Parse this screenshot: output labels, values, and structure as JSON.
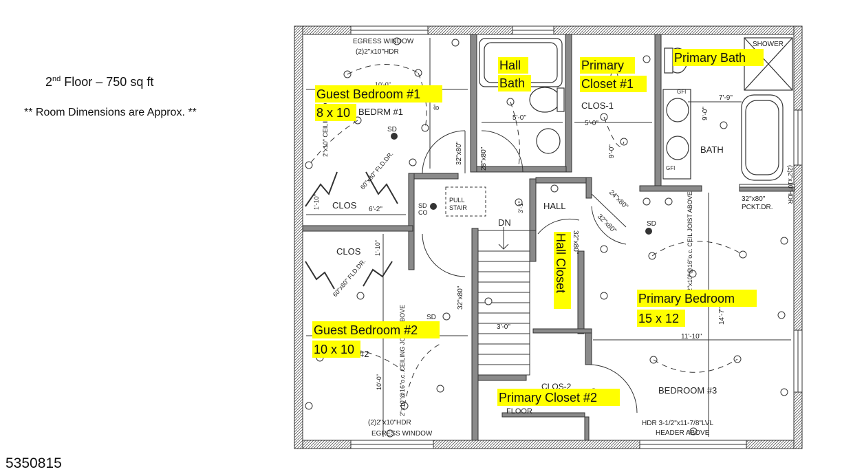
{
  "header": {
    "floor_level": "2",
    "floor_level_suffix": "nd",
    "floor_label": " Floor – 750 sq  ft",
    "dims_note": "** Room Dimensions are Approx. **"
  },
  "footer": {
    "listing_id": "5350815"
  },
  "colors": {
    "highlight": "#ffff00",
    "wall": "#8a8a8a",
    "wall_outline": "#333333",
    "line": "#333333"
  },
  "rooms": {
    "guest1": {
      "name": "Guest Bedroom #1",
      "size": "8 x 10"
    },
    "guest2": {
      "name": "Guest Bedroom #2",
      "size": "10 x 10"
    },
    "hall_bath": {
      "line1": "Hall",
      "line2": "Bath"
    },
    "primary_closet1": {
      "line1": "Primary",
      "line2": "Closet #1"
    },
    "primary_bath": {
      "name": "Primary Bath"
    },
    "hall_closet": {
      "name": "Hall Closet"
    },
    "primary_bedroom": {
      "name": "Primary Bedroom",
      "size": "15 x 12"
    },
    "primary_closet2": {
      "name": "Primary Closet #2"
    }
  },
  "plan_labels": {
    "egress_top": "EGRESS WINDOW",
    "hdr_top": "(2)2\"x10\"HDR",
    "bedrm1": "BEDRM #1",
    "dim_10_0_top": "10'-0\"",
    "dim_8": "8'",
    "clos_top": "CLOS",
    "clos_mid": "CLOS",
    "dim_6_2": "6'-2\"",
    "dim_1_10a": "1'-10\"",
    "dim_1_10b": "1'-10\"",
    "fld_dr_a": "60\"x80\" FLD.DR.",
    "fld_dr_b": "60\"x80\" FLD.DR.",
    "ceiling_joist_a": "2\"x10\" CEILING JOIST",
    "ceiling_joist_b": "2\"x10\"@16\"o.c. CEILING JOIST ABOVE",
    "sd1": "SD",
    "sd_co": "SD",
    "co": "CO",
    "sd2": "SD",
    "sd3": "SD",
    "pull_stair": "PULL",
    "pull_stair2": "STAIR",
    "dn": "DN",
    "hall": "HALL",
    "door_32_80a": "32\"x80\"",
    "door_28_80": "28\"x80\"",
    "door_32_80b": "32\"x80\"",
    "door_32_80c": "32\"x80\"",
    "door_24_80": "24\"x80\"",
    "door_32_80d": "32\"x80\"",
    "dim_5_0a": "5'-0\"",
    "dim_5_0b": "5'-0\"",
    "clos1": "CLOS-1",
    "dim_9_0a": "9'-0\"",
    "dim_9_0b": "9'-0\"",
    "dim_7_9": "7'-9\"",
    "shower": "SHOWER",
    "bath": "BATH",
    "gfi_a": "GFI",
    "gfi_b": "GFI",
    "pckt_dr": "32\"x80\"",
    "pckt_dr2": "PCKT.DR.",
    "hdr_right": "(2)2\"x10\"HDR",
    "dim_3_1": "3'-1\"",
    "dim_3_0": "3'-0\"",
    "dim_10_0_bot": "10'-0\"",
    "dim_14_7": "14'-7\"",
    "dim_11_10": "11'-10\"",
    "ceil_joist_primary": "2\"x10\"@16\"o.c. CEIL JOIST ABOVE",
    "bed2": "#2",
    "clos2": "CLOS-2",
    "floor": "FLOOR",
    "bedroom3": "BEDROOM #3",
    "hdr_bot": "(2)2\"x10\"HDR",
    "egress_bot": "EGRESS WINDOW",
    "hdr_lvl": "HDR  3-1/2\"x11-7/8\"LVL",
    "header_above": "HEADER    ABOVE"
  }
}
